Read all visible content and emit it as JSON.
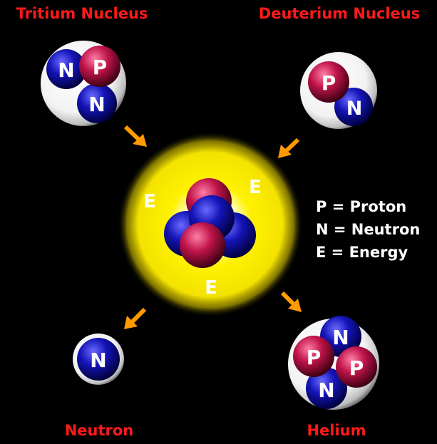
{
  "labels": {
    "tritium": "Tritium Nucleus",
    "deuterium": "Deuterium Nucleus",
    "neutron": "Neutron",
    "helium": "Helium"
  },
  "legend": {
    "proton": "P = Proton",
    "neutron": "N = Neutron",
    "energy": "E = Energy"
  },
  "letters": {
    "proton": "P",
    "neutron": "N",
    "energy": "E"
  },
  "colors": {
    "label": "#ff1a1a",
    "proton": "#c0144a",
    "neutron": "#1414b8",
    "energy_glow": "#ffee00",
    "arrow": "#ff9a00",
    "background": "#000000"
  }
}
